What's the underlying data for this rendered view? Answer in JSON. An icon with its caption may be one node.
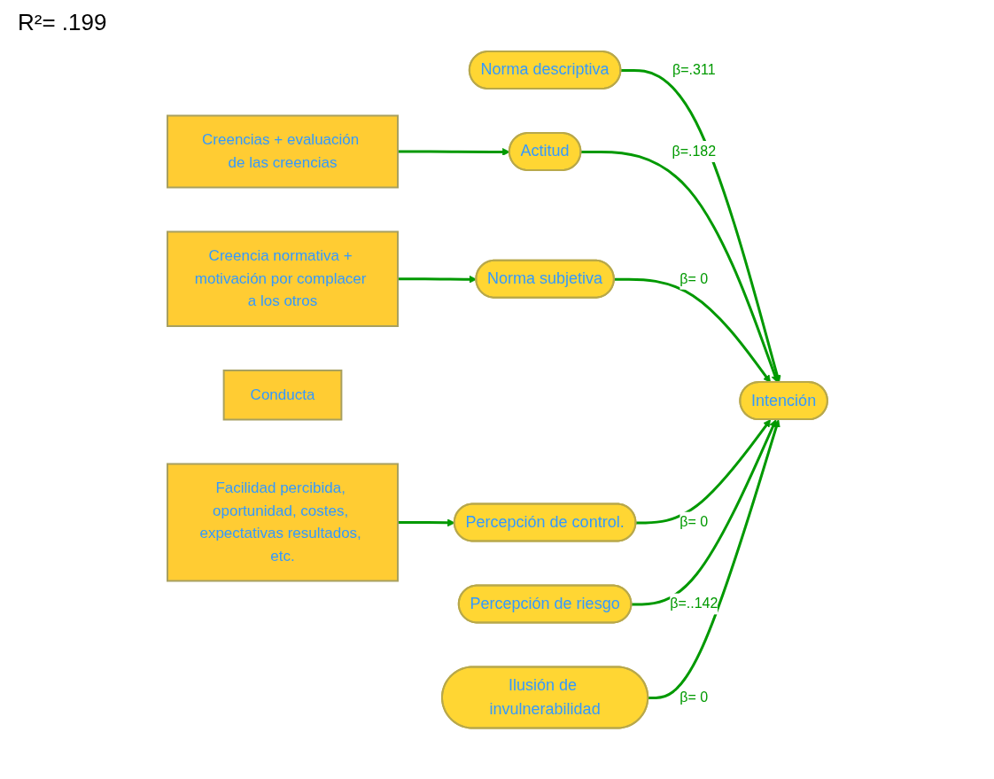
{
  "diagram": {
    "nodes": [
      {
        "text": [
          "Norma descriptiva"
        ]
      },
      {
        "text": [
          "Creencias + evaluación de las creencias"
        ]
      },
      {
        "text": [
          "Actitud"
        ]
      },
      {
        "text": [
          "Creencia normativa + motivación por complacer a los otros"
        ]
      },
      {
        "text": [
          "Norma subjetiva"
        ]
      },
      {
        "text": [
          "Intención"
        ]
      },
      {
        "text": [
          "Conducta"
        ]
      },
      {
        "text": [
          "Facilidad percibida, oportunidad, costes, expectativas resultados, etc."
        ]
      },
      {
        "text": [
          "Percepción de control."
        ]
      },
      {
        "text": [
          "Percepción de riesgo"
        ]
      },
      {
        "text": [
          "Ilusión de invulnerabilidad"
        ]
      }
    ],
    "edges": [
      {
        "from": 1,
        "to": 2,
        "arrow": "to"
      },
      {
        "from": 3,
        "to": 4,
        "arrow": "to"
      },
      {
        "from": 7,
        "to": 8,
        "arrow": "to"
      },
      {
        "from": 0,
        "to": 5,
        "arrow": "to",
        "label": "β=.311"
      },
      {
        "from": 2,
        "to": 5,
        "arrow": "to",
        "label": "β=.182"
      },
      {
        "from": 4,
        "to": 5,
        "arrow": "to",
        "label": "β= 0"
      },
      {
        "from": 8,
        "to": 5,
        "arrow": "to",
        "label": "β= 0"
      },
      {
        "from": 9,
        "to": 5,
        "arrow": "to",
        "label": "β=..142"
      },
      {
        "from": 10,
        "to": 5,
        "arrow": "to",
        "label": "β= 0"
      }
    ],
    "labels": [
      "R²= .199"
    ]
  }
}
